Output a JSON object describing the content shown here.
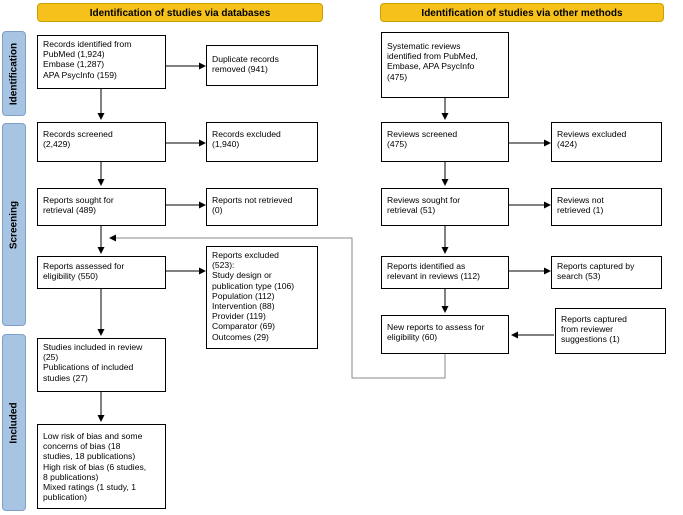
{
  "headers": {
    "databases": "Identification of studies via databases",
    "other_methods": "Identification of studies via other methods"
  },
  "phases": {
    "identification": "Identification",
    "screening": "Screening",
    "included": "Included"
  },
  "boxes": {
    "records_identified": "Records identified from\nPubMed (1,924)\nEmbase (1,287)\nAPA PsycInfo (159)",
    "duplicates_removed": "Duplicate records\nremoved (941)",
    "records_screened": "Records screened\n(2,429)",
    "records_excluded": "Records excluded\n(1,940)",
    "reports_sought": "Reports sought for\nretrieval (489)",
    "reports_not_retrieved": "Reports not retrieved\n(0)",
    "reports_assessed": "Reports assessed for\neligibility (550)",
    "reports_excluded": "Reports excluded\n(523):\nStudy design or\npublication type (106)\nPopulation (112)\nIntervention (88)\nProvider (119)\nComparator (69)\nOutcomes (29)",
    "studies_included": "Studies included in review\n(25)\nPublications of included\nstudies (27)",
    "risk_of_bias": "Low risk of bias and some\nconcerns of bias (18\nstudies, 18 publications)\nHigh risk of bias (6 studies,\n8 publications)\nMixed ratings (1 study, 1\npublication)",
    "systematic_reviews": "Systematic reviews\nidentified from PubMed,\nEmbase, APA PsycInfo\n(475)",
    "reviews_screened": "Reviews screened\n(475)",
    "reviews_excluded": "Reviews excluded\n(424)",
    "reviews_sought": "Reviews sought for\nretrieval (51)",
    "reviews_not_retrieved": "Reviews not\nretrieved (1)",
    "reports_identified_reviews": "Reports identified as\nrelevant in reviews (112)",
    "reports_captured_search": "Reports captured by\nsearch (53)",
    "new_reports": "New reports to assess for\neligibility (60)",
    "reports_captured_reviewer": "Reports captured\nfrom reviewer\nsuggestions (1)"
  },
  "colors": {
    "header_fill": "#f6c11b",
    "phase_fill": "#a8c4e3",
    "line": "#000000",
    "feedback_line": "#888888"
  }
}
